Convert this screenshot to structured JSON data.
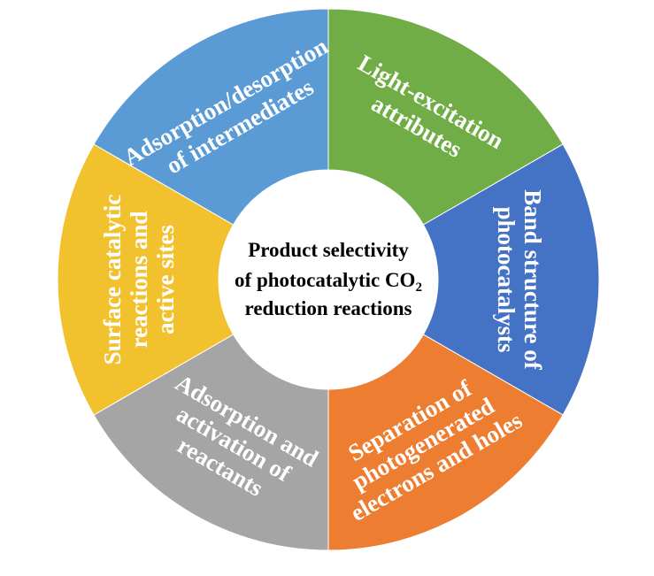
{
  "center": {
    "line1": "Product selectivity",
    "line2_prefix": "of photocatalytic CO",
    "line2_subscript": "2",
    "line3": "reduction reactions",
    "fill": "#ffffff"
  },
  "segments": [
    {
      "id": "light-excitation",
      "color": "#70AD47",
      "lines": [
        "Light-excitation",
        "attributes"
      ]
    },
    {
      "id": "band-structure",
      "color": "#4472C4",
      "lines": [
        "Band structure of",
        "photocatalysts"
      ]
    },
    {
      "id": "separation",
      "color": "#ED7D31",
      "lines": [
        "Separation of",
        "photogenerated",
        "electrons and holes"
      ]
    },
    {
      "id": "adsorption-activation",
      "color": "#A5A5A5",
      "lines": [
        "Adsorption and",
        "activation of",
        "reactants"
      ]
    },
    {
      "id": "surface-catalytic",
      "color": "#F2C12E",
      "lines": [
        "Surface catalytic",
        "reactions and",
        "active sites"
      ]
    },
    {
      "id": "adsorption-desorption",
      "color": "#5B9BD5",
      "lines": [
        "Adsorption/desorption",
        "of intermediates"
      ]
    }
  ]
}
